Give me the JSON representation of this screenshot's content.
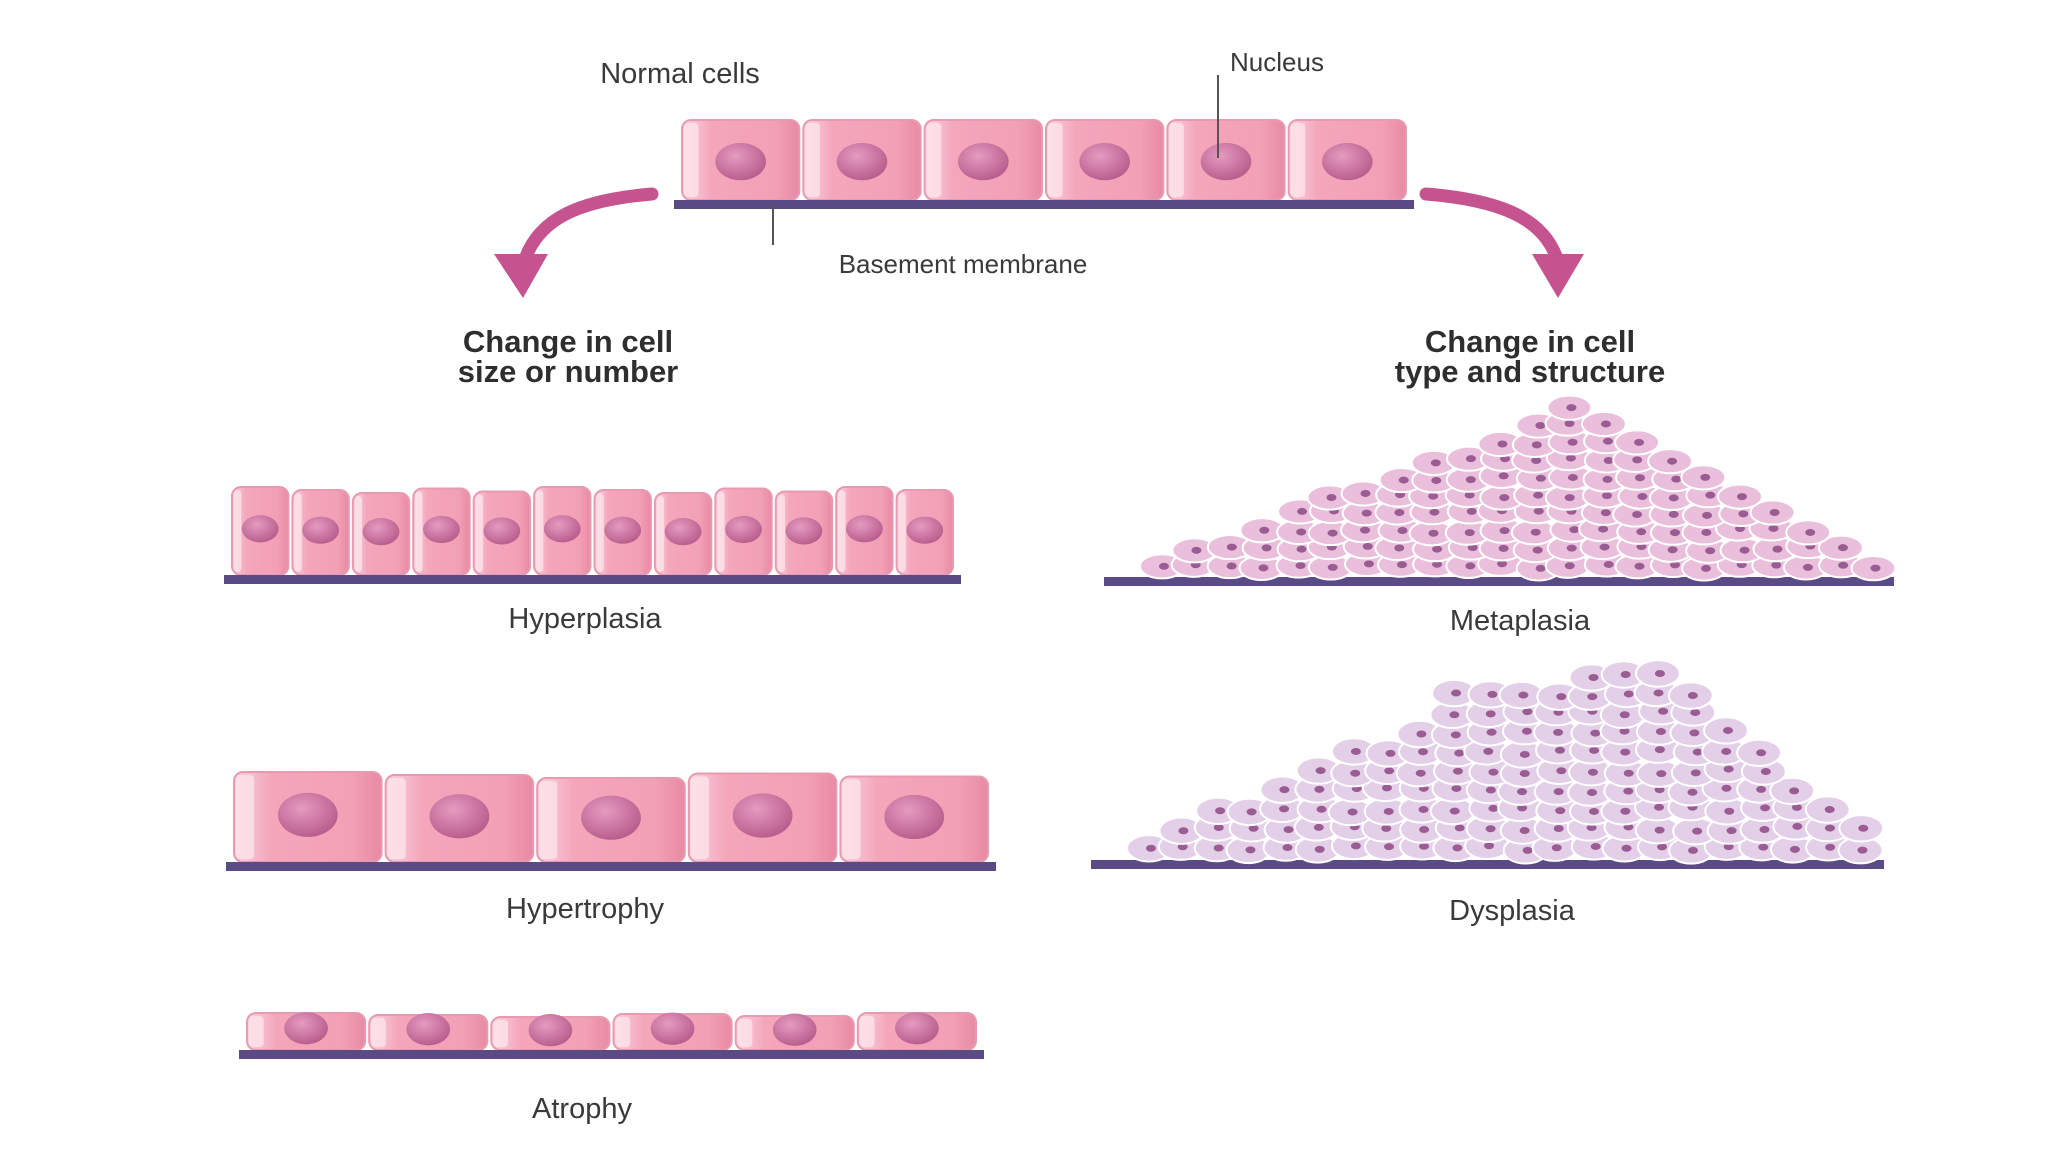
{
  "labels": {
    "normal_cells": "Normal cells",
    "nucleus": "Nucleus",
    "basement_membrane": "Basement membrane",
    "left_heading": [
      "Change in cell",
      "size or number"
    ],
    "right_heading": [
      "Change in cell",
      "type and structure"
    ],
    "hyperplasia": "Hyperplasia",
    "hypertrophy": "Hypertrophy",
    "atrophy": "Atrophy",
    "metaplasia": "Metaplasia",
    "dysplasia": "Dysplasia"
  },
  "colors": {
    "cell_fill": "#f3a9bd",
    "cell_light": "#fad0dc",
    "nucleus": "#c86e9a",
    "membrane": "#5a4a86",
    "arrow": "#c4538f",
    "metaplasia_cell": "#e9bfdb",
    "dysplasia_cell": "#e3cfe8"
  }
}
